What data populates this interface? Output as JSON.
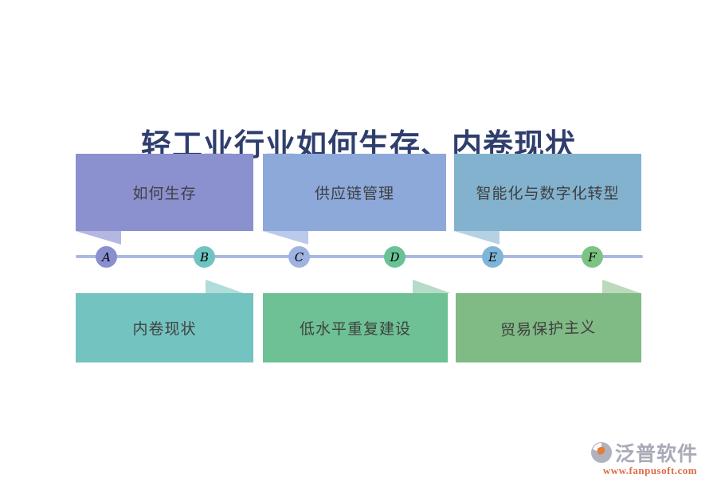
{
  "title": {
    "text": "轻工业行业如何生存、内卷现状",
    "color": "#2f3e6d"
  },
  "top_boxes": [
    {
      "label": "如何生存",
      "bg": "#8b90cf",
      "tail": "#b4b7e2",
      "text_color": "#3f4040"
    },
    {
      "label": "供应链管理",
      "bg": "#8da9da",
      "tail": "#bac9ec",
      "text_color": "#3f4040"
    },
    {
      "label": "智能化与数字化转型",
      "bg": "#83b2cf",
      "tail": "#b5d2e4",
      "text_color": "#3f4040"
    }
  ],
  "bottom_boxes": [
    {
      "label": "内卷现状",
      "bg": "#73c3c0",
      "tail": "#b0dcda",
      "text_color": "#3f4040"
    },
    {
      "label": "低水平重复建设",
      "bg": "#6dc194",
      "tail": "#b4dcc6",
      "text_color": "#3f4040"
    },
    {
      "label": "贸易保护主义",
      "bg": "#80ba85",
      "tail": "#bcdabb",
      "text_color": "#3f4040"
    }
  ],
  "timeline": {
    "line_color": "#a9b9e2",
    "label_color": "#ffffff",
    "nodes": [
      {
        "label": "A",
        "color": "#8a8fd0"
      },
      {
        "label": "B",
        "color": "#6fc4c1"
      },
      {
        "label": "C",
        "color": "#9fb3e0"
      },
      {
        "label": "D",
        "color": "#69c295"
      },
      {
        "label": "E",
        "color": "#7eb6d8"
      },
      {
        "label": "F",
        "color": "#7dc383"
      }
    ]
  },
  "logo": {
    "brand": "泛普软件",
    "brand_color": "#a9aab8",
    "url": "www.fanpusoft.com",
    "url_color": "#dd6b45",
    "icon_gray": "#b0b2bd",
    "icon_orange": "#e87c33"
  }
}
